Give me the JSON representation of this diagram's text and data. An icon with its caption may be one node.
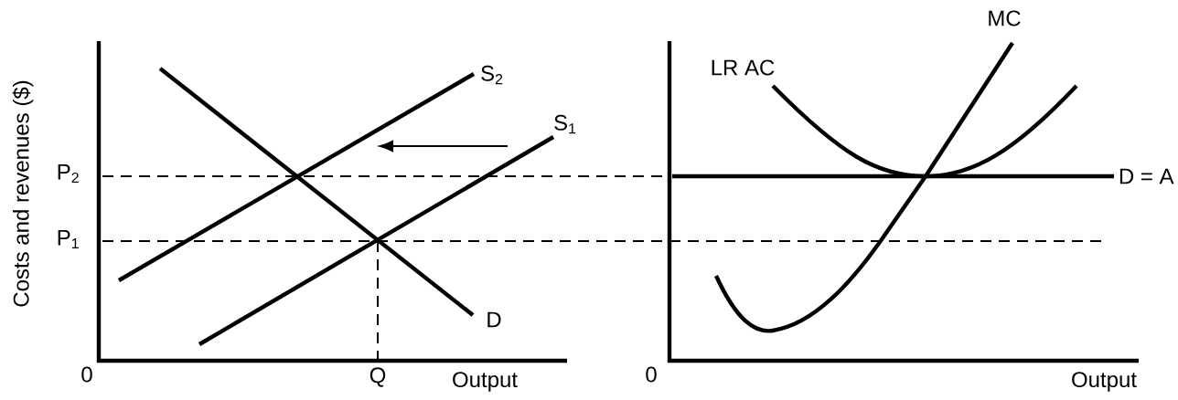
{
  "diagram": {
    "labels": [
      "Costs and revenues ($)",
      "S$_{2}$",
      "S$_{1}$",
      "P$_{2}$",
      "P$_{1}$",
      "D",
      "0",
      "Q",
      "Output",
      "MC",
      "LR AC",
      "D = A",
      "0",
      "Output"
    ]
  }
}
